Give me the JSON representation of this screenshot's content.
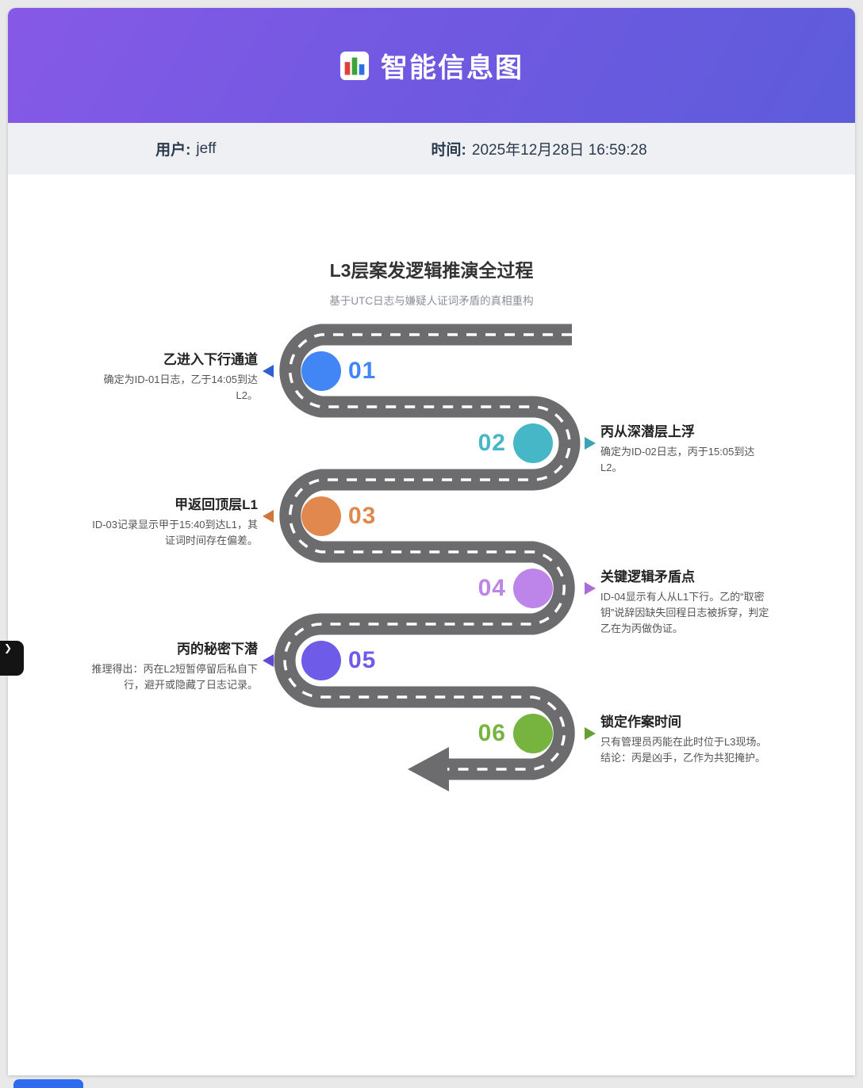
{
  "header": {
    "title": "智能信息图",
    "icon": "bar-chart-icon",
    "gradient_from": "#8659e6",
    "gradient_to": "#5d5cda"
  },
  "meta": {
    "user_label": "用户:",
    "user_value": "jeff",
    "time_label": "时间:",
    "time_value": "2025年12月28日 16:59:28"
  },
  "infographic": {
    "title": "L3层案发逻辑推演全过程",
    "subtitle": "基于UTC日志与嫌疑人证词矛盾的真相重构",
    "road_color": "#6c6c6e",
    "dash_color": "#ffffff",
    "items": [
      {
        "num": "01",
        "side": "left",
        "title": "乙进入下行通道",
        "desc": "确定为ID-01日志，乙于14:05到达L2。",
        "color": "#4285f4",
        "marker_color": "#2f5fd0"
      },
      {
        "num": "02",
        "side": "right",
        "title": "丙从深潜层上浮",
        "desc": "确定为ID-02日志，丙于15:05到达L2。",
        "color": "#45b7c6",
        "marker_color": "#38a5b6"
      },
      {
        "num": "03",
        "side": "left",
        "title": "甲返回顶层L1",
        "desc": "ID-03记录显示甲于15:40到达L1，其证词时间存在偏差。",
        "color": "#e0884d",
        "marker_color": "#d0763a"
      },
      {
        "num": "04",
        "side": "right",
        "title": "关键逻辑矛盾点",
        "desc": "ID-04显示有人从L1下行。乙的“取密钥”说辞因缺失回程日志被拆穿，判定乙在为丙做伪证。",
        "color": "#bd84ea",
        "marker_color": "#aa6cd8"
      },
      {
        "num": "05",
        "side": "left",
        "title": "丙的秘密下潜",
        "desc": "推理得出：丙在L2短暂停留后私自下行，避开或隐藏了日志记录。",
        "color": "#6e5be8",
        "marker_color": "#5d4ad6"
      },
      {
        "num": "06",
        "side": "right",
        "title": "锁定作案时间",
        "desc": "只有管理员丙能在此时位于L3现场。结论：丙是凶手，乙作为共犯掩护。",
        "color": "#76b43f",
        "marker_color": "#669f33"
      }
    ]
  },
  "chrome": {
    "drawer_tab_color": "#141414",
    "peek_button_color": "#2d6bf3"
  }
}
